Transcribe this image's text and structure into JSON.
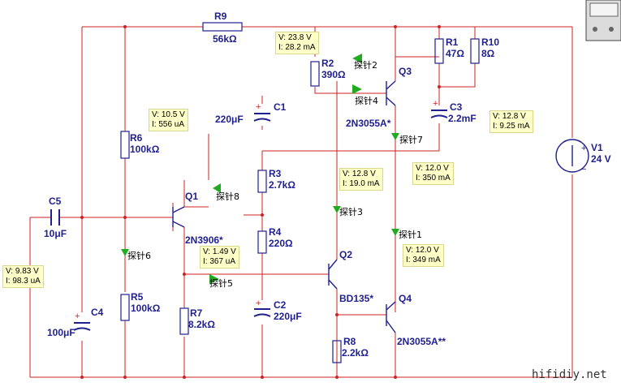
{
  "components": {
    "R9": {
      "name": "R9",
      "value": "56kΩ"
    },
    "R1": {
      "name": "R1",
      "value": "47Ω"
    },
    "R10": {
      "name": "R10",
      "value": "8Ω"
    },
    "R2": {
      "name": "R2",
      "value": "390Ω"
    },
    "Q3": {
      "name": "Q3",
      "model": "2N3055A*"
    },
    "C1": {
      "name": "C1",
      "value": "220μF"
    },
    "C3": {
      "name": "C3",
      "value": "2.2mF"
    },
    "R6": {
      "name": "R6",
      "value": "100kΩ"
    },
    "R3": {
      "name": "R3",
      "value": "2.7kΩ"
    },
    "R4": {
      "name": "R4",
      "value": "220Ω"
    },
    "Q1": {
      "name": "Q1",
      "model": "2N3906*"
    },
    "C5": {
      "name": "C5",
      "value": "10μF"
    },
    "Q2": {
      "name": "Q2",
      "model": "BD135*"
    },
    "C2": {
      "name": "C2",
      "value": "220μF"
    },
    "C4": {
      "name": "C4",
      "value": "100μF"
    },
    "R5": {
      "name": "R5",
      "value": "100kΩ"
    },
    "R7": {
      "name": "R7",
      "value": "8.2kΩ"
    },
    "R8": {
      "name": "R8",
      "value": "2.2kΩ"
    },
    "Q4": {
      "name": "Q4",
      "model": "2N3055A**"
    },
    "V1": {
      "name": "V1",
      "value": "24 V"
    }
  },
  "probes": [
    {
      "label": "探针2",
      "v": "V: 23.8 V",
      "i": "I: 28.2 mA"
    },
    {
      "label": "探针4"
    },
    {
      "label": "探针7",
      "v": "V: 12.8 V",
      "i": "I: 9.25 mA"
    },
    {
      "label": "探针8",
      "v": "V: 10.5 V",
      "i": "I: 556 uA"
    },
    {
      "label": "探针3",
      "v": "V: 12.8 V",
      "i": "I: 19.0 mA"
    },
    {
      "label": "探针1",
      "v": "V: 12.0 V",
      "i": "I: 349 mA"
    },
    {
      "label": "探针6",
      "v": "V: 9.83 V",
      "i": "I: 98.3 uA"
    },
    {
      "label": "探针5",
      "v": "V: 1.49 V",
      "i": "I: 367 uA"
    },
    {
      "label": "",
      "v": "V: 12.0 V",
      "i": "I: 350 mA"
    }
  ],
  "watermark": "hifidiy.net",
  "colors": {
    "wire": "#cc2222",
    "component": "#1f1f8f",
    "probe_arrow": "#22aa22",
    "probe_box": "#ffffc8"
  }
}
